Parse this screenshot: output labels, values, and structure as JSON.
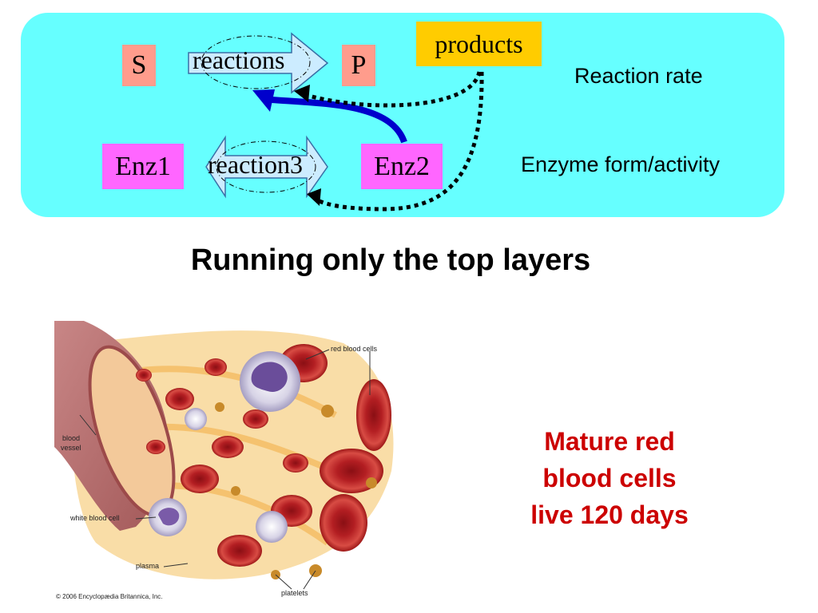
{
  "diagram": {
    "substrate": "S",
    "product": "P",
    "products_box": "products",
    "reactions_arrow": "reactions",
    "reaction3_arrow": "reaction3",
    "enzyme1": "Enz1",
    "enzyme2": "Enz2",
    "label_reaction_rate": "Reaction rate",
    "label_enzyme_form": "Enzyme form/activity",
    "colors": {
      "panel": "#66ffff",
      "substrate_box": "#ff9c8c",
      "enzyme_box": "#ff66ff",
      "products_box": "#ffcc00",
      "arrow_fill": "#ccecff",
      "feedback_arrow": "#0000cc"
    }
  },
  "title": "Running only the top layers",
  "illustration": {
    "labels": {
      "red_blood_cells": "red blood cells",
      "blood_vessel_line1": "blood",
      "blood_vessel_line2": "vessel",
      "white_blood_cell": "white blood cell",
      "plasma": "plasma",
      "platelets": "platelets"
    },
    "copyright": "© 2006 Encyclopædia Britannica, Inc."
  },
  "caption": {
    "line1": "Mature red",
    "line2": "blood cells",
    "line3": "live 120 days",
    "color": "#cc0000"
  }
}
